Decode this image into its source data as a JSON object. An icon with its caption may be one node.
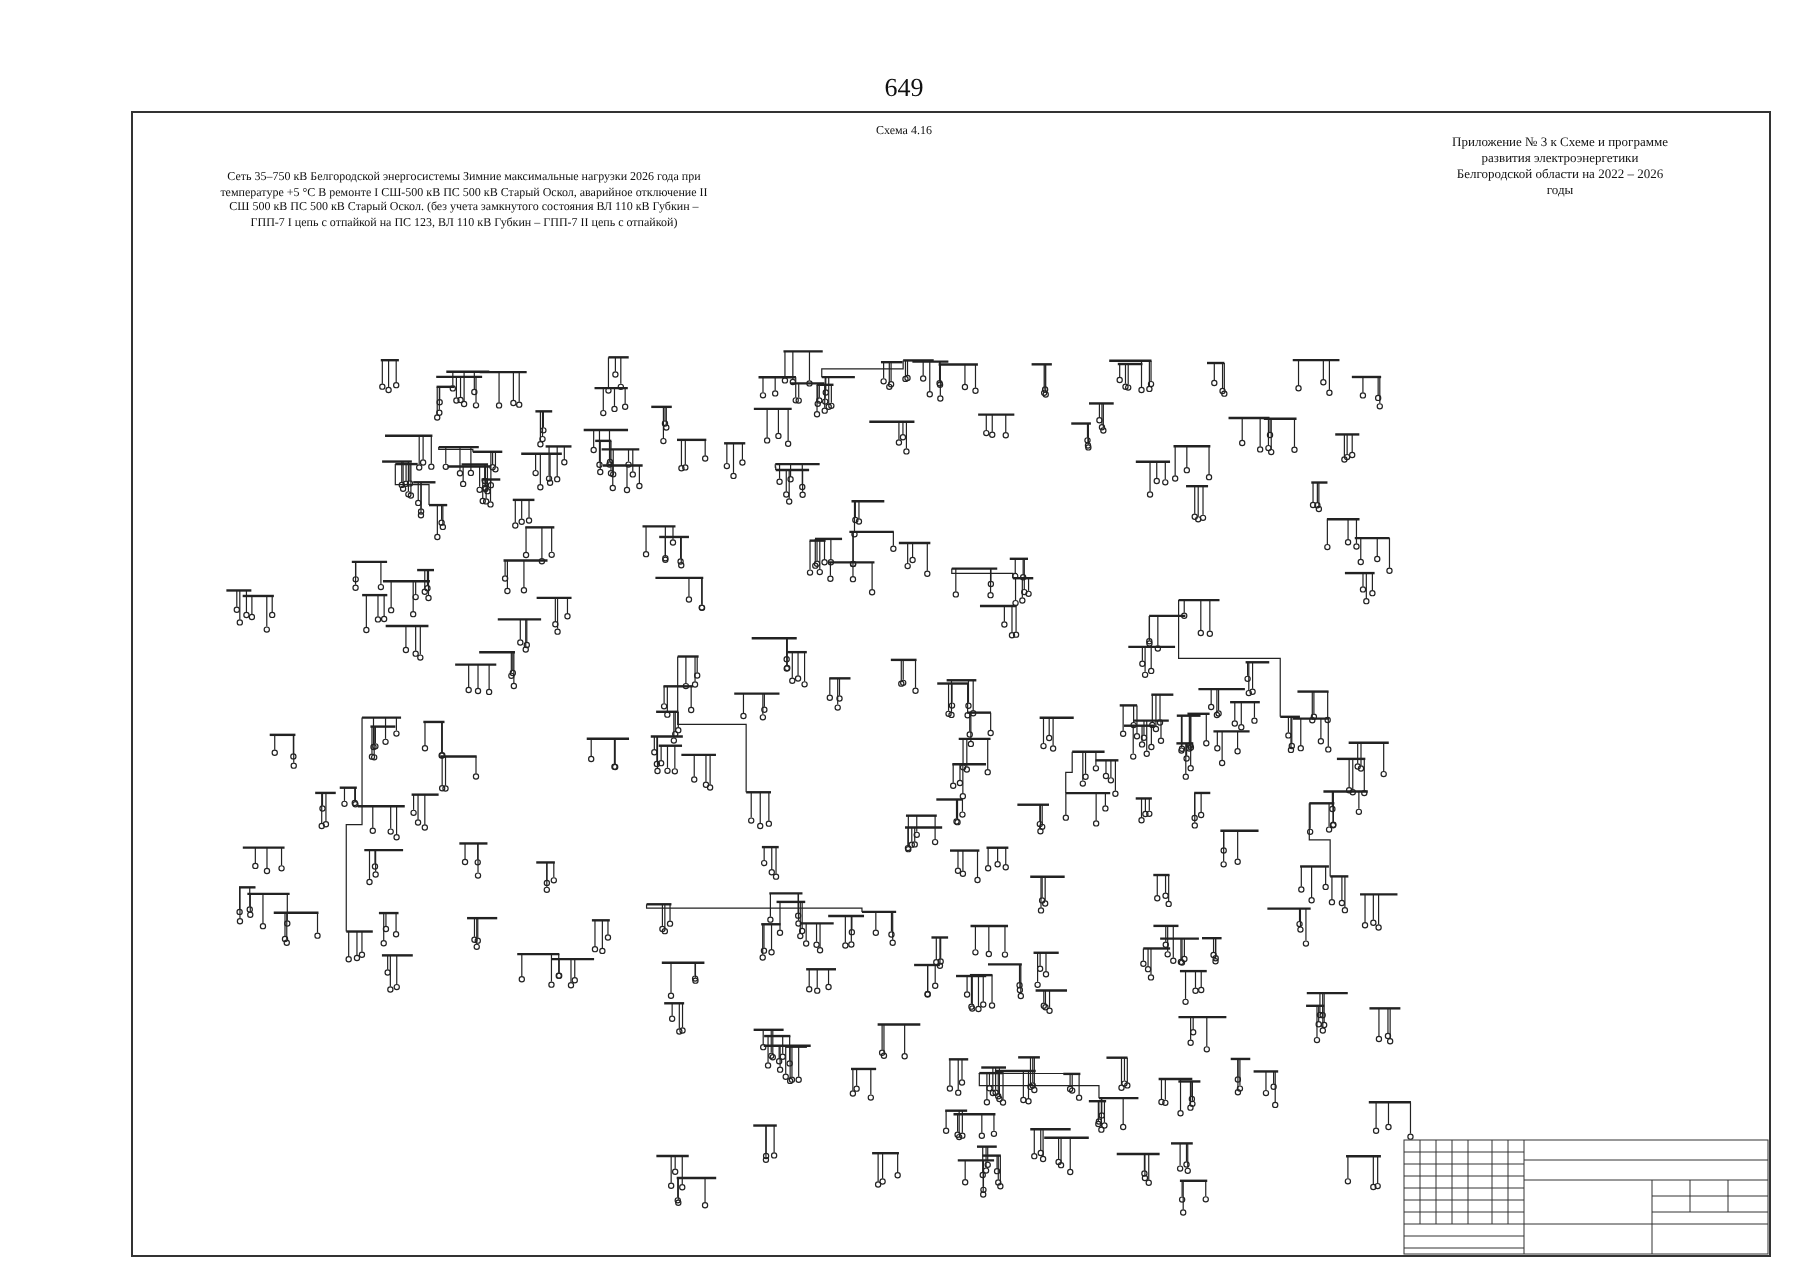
{
  "diagram": {
    "title": "Сеть 35–750 кВ Белгородской энергосистемы Зимние максимальные нагрузки 2026 года при температуре +5 °С В ремонте I СШ-500 кВ ПС 500 кВ Старый Оскол, аварийное отключение II СШ 500 кВ ПС 500 кВ Старый Оскол. (без учета замкнутого состояния ВЛ 110 кВ Губкин – ГПП-7 I цепь с отпайкой на ПС 123, ВЛ 110 кВ Губкин – ГПП-7 II цепь с отпайкой)",
    "labels": [
      "649",
      "Схема 4.16",
      "Приложение № 3 к Схеме и программе развития электроэнергетики Белгородской области на 2022 – 2026 годы"
    ]
  }
}
